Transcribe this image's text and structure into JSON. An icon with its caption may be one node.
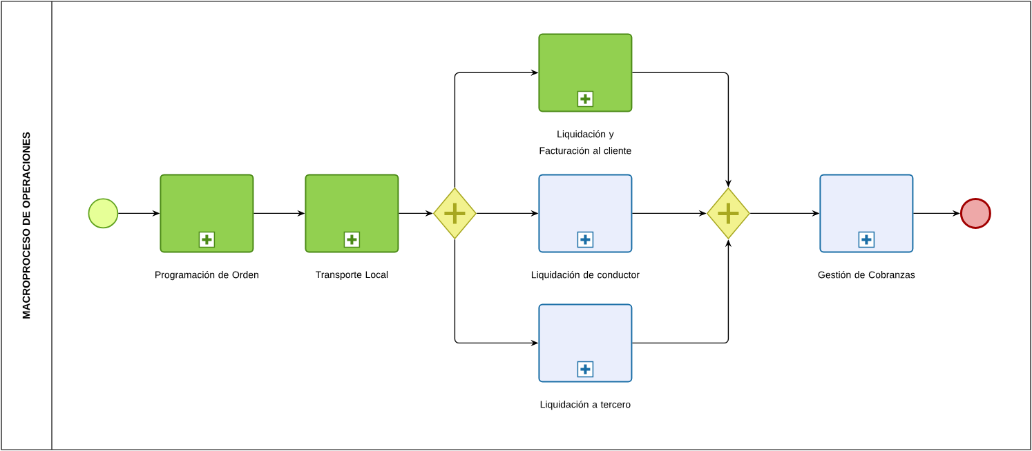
{
  "diagram": {
    "nodes": [
      {
        "text": [
          "MACROPROCESO DE OPERACIONES"
        ]
      },
      {
        "text": [],
        "shape": "circle",
        "in": 0
      },
      {
        "text": [
          "Programación de Orden"
        ],
        "in": 0
      },
      {
        "text": [
          "Transporte Local"
        ],
        "in": 0
      },
      {
        "text": [],
        "shape": "diamond",
        "in": 0
      },
      {
        "text": [
          "Liquidación y Facturación al cliente"
        ],
        "in": 0
      },
      {
        "text": [
          "Liquidación de conductor"
        ],
        "in": 0
      },
      {
        "text": [
          "Liquidación a tercero"
        ],
        "in": 0
      },
      {
        "text": [],
        "shape": "diamond",
        "in": 0
      },
      {
        "text": [
          "Gestión de Cobranzas"
        ],
        "in": 0
      },
      {
        "text": [],
        "shape": "circle",
        "in": 0
      }
    ],
    "edges": [
      {
        "from": 1,
        "to": 2,
        "arrow": "to"
      },
      {
        "from": 2,
        "to": 3,
        "arrow": "to"
      },
      {
        "from": 3,
        "to": 4,
        "arrow": "to"
      },
      {
        "from": 4,
        "to": 5,
        "arrow": "to"
      },
      {
        "from": 4,
        "to": 6,
        "arrow": "to"
      },
      {
        "from": 4,
        "to": 7,
        "arrow": "to"
      },
      {
        "from": 5,
        "to": 8,
        "arrow": "to"
      },
      {
        "from": 6,
        "to": 8,
        "arrow": "to"
      },
      {
        "from": 7,
        "to": 8,
        "arrow": "to"
      },
      {
        "from": 8,
        "to": 9,
        "arrow": "to"
      },
      {
        "from": 9,
        "to": 10,
        "arrow": "to"
      }
    ]
  }
}
